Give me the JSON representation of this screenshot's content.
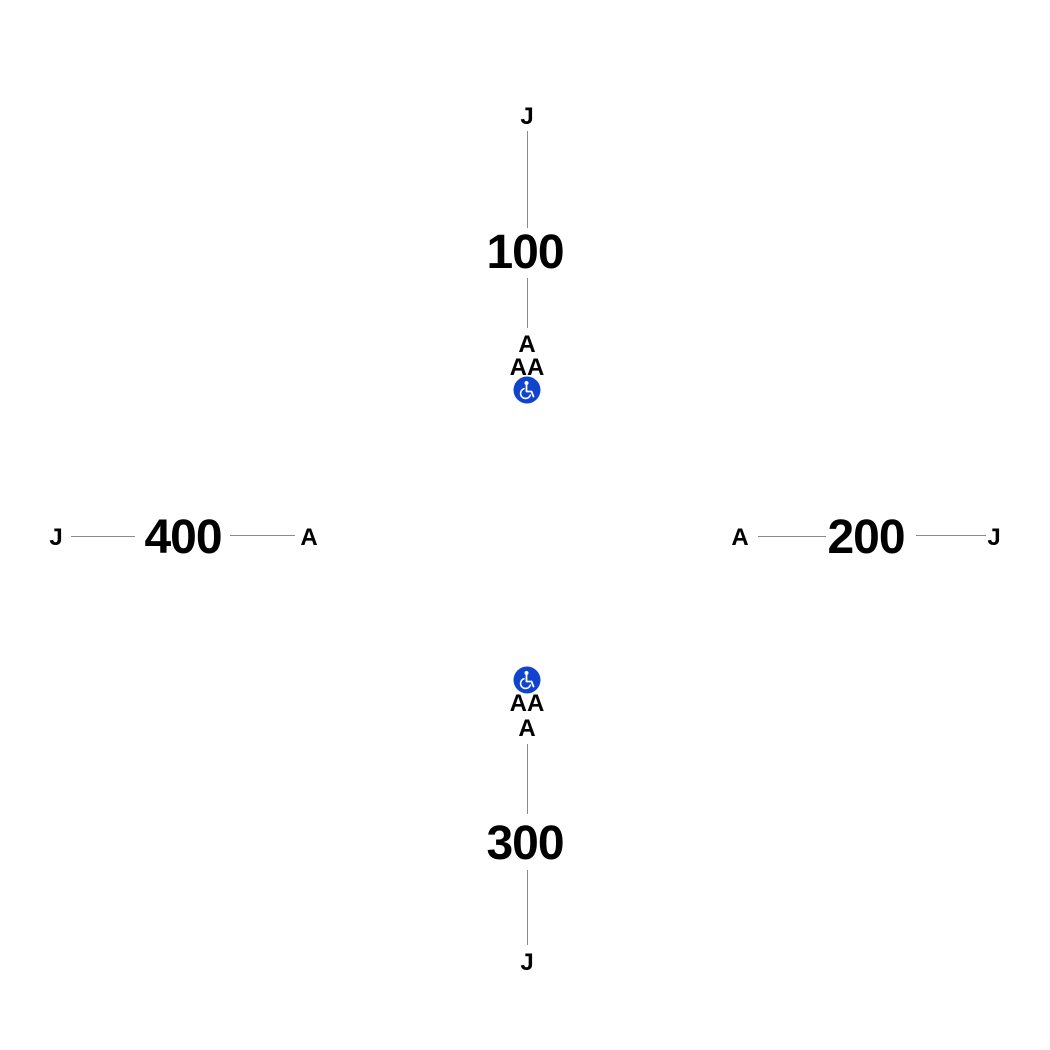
{
  "colors": {
    "accessibility_badge": "#1144cc",
    "connector_line": "#8a8a8a",
    "text": "#000000"
  },
  "icons": {
    "accessibility": "wheelchair-icon"
  },
  "groups": {
    "top": {
      "number": "100",
      "end_label": "J",
      "label_1": "A",
      "label_2": "AA"
    },
    "right": {
      "number": "200",
      "near_label": "A",
      "end_label": "J"
    },
    "bottom": {
      "number": "300",
      "end_label": "J",
      "label_1": "A",
      "label_2": "AA"
    },
    "left": {
      "number": "400",
      "end_label": "J",
      "near_label": "A"
    }
  }
}
